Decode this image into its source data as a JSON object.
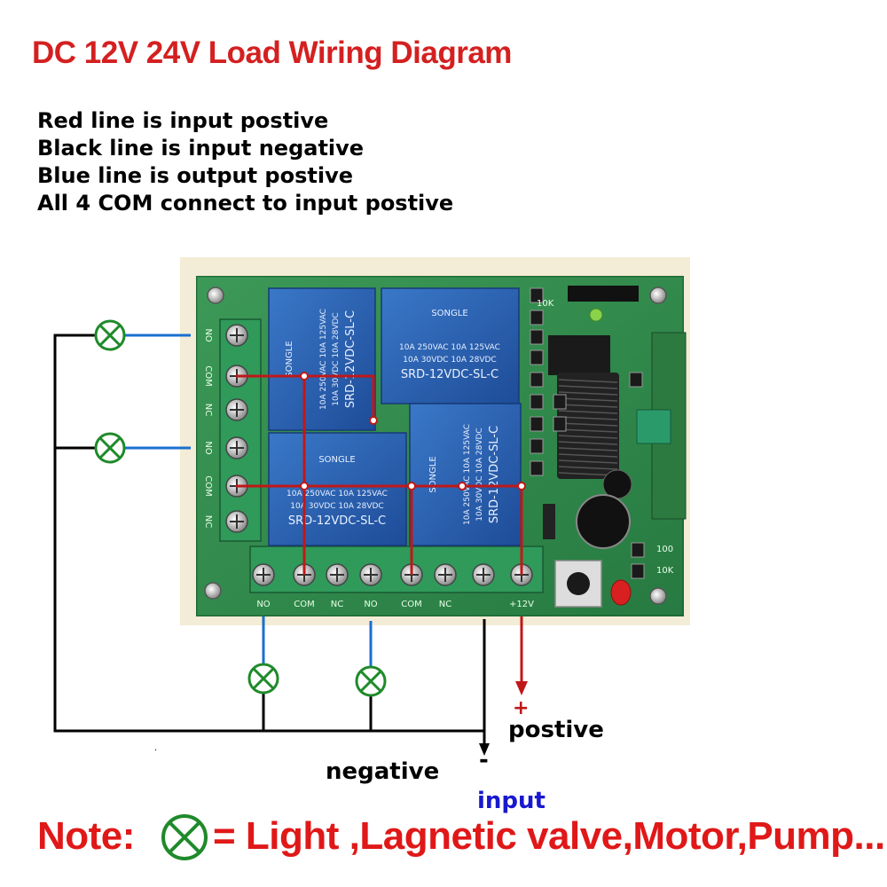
{
  "title": "DC 12V 24V Load Wiring Diagram",
  "notes": [
    "Red line is input postive",
    "Black line is input negative",
    "Blue line is output postive",
    "All 4 COM connect to input postive"
  ],
  "board": {
    "relays": [
      {
        "brand": "SONGLE",
        "rating1": "10A 250VAC 10A 125VAC",
        "rating2": "10A 30VDC 10A 28VDC",
        "model": "SRD-12VDC-SL-C"
      },
      {
        "brand": "SONGLE",
        "rating1": "10A 250VAC 10A 125VAC",
        "rating2": "10A 30VDC 10A 28VDC",
        "model": "SRD-12VDC-SL-C"
      },
      {
        "brand": "SONGLE",
        "rating1": "10A 250VAC 10A 125VAC",
        "rating2": "10A 30VDC 10A 28VDC",
        "model": "SRD-12VDC-SL-C"
      },
      {
        "brand": "SONGLE",
        "rating1": "10A 250VAC 10A 125VAC",
        "rating2": "10A 30VDC 10A 28VDC",
        "model": "SRD-12VDC-SL-C"
      }
    ],
    "left_terminal_labels": [
      "NO",
      "COM",
      "NC",
      "NO",
      "COM",
      "NC"
    ],
    "bottom_terminal_labels": [
      "NO",
      "COM",
      "NC",
      "NO",
      "COM",
      "NC",
      "",
      "+12V"
    ],
    "component_labels": [
      "10K",
      "100",
      "10K"
    ]
  },
  "labels": {
    "positive_sign": "+",
    "positive": "postive",
    "negative": "negative",
    "negative_sign": "-",
    "input": "input"
  },
  "footer": {
    "note_label": "Note:",
    "equals_text": "= Light ,Lagnetic valve,Motor,Pump..."
  },
  "colors": {
    "title": "#d42020",
    "red_wire": "#c01818",
    "blue_wire": "#1a6fd0",
    "black_wire": "#000000",
    "lamp": "#1f8a2a",
    "pcb": "#2f8a4a",
    "relay": "#2c5fae",
    "terminal": "#2f9a5a",
    "footer": "#e01818",
    "input_label": "#1818d0"
  }
}
